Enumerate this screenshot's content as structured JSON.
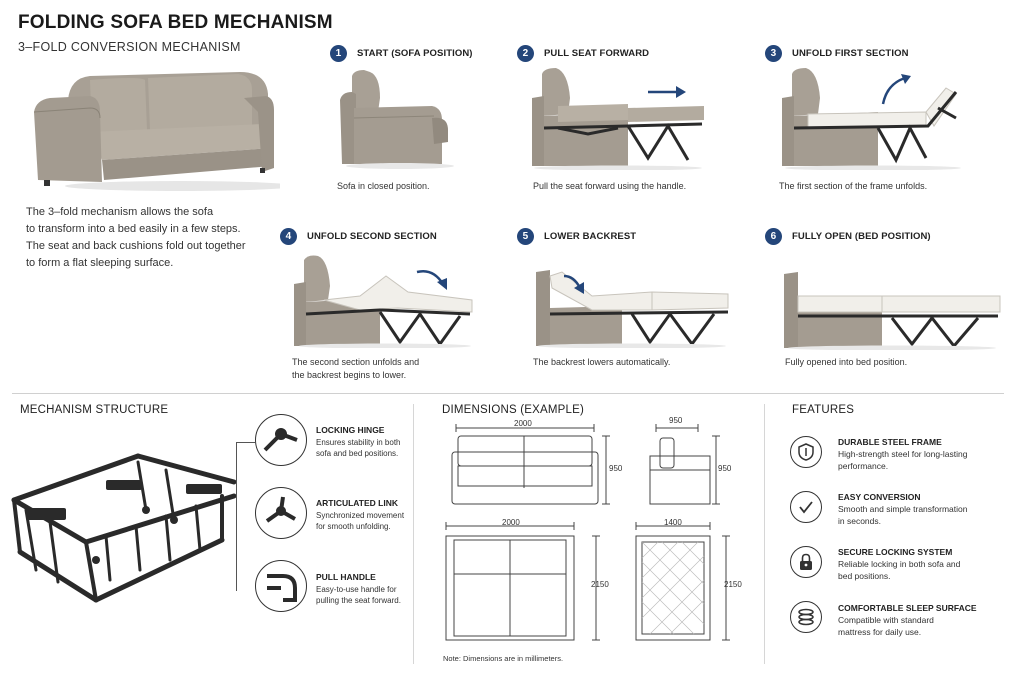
{
  "title": "FOLDING SOFA BED MECHANISM",
  "subtitle": "3–FOLD CONVERSION MECHANISM",
  "intro": {
    "line1": "The 3–fold mechanism allows the sofa",
    "line2": "to transform into a bed easily in a few steps.",
    "line3": "The seat and back cushions fold out together",
    "line4": "to form a flat sleeping surface."
  },
  "steps": [
    {
      "num": "1",
      "title": "START (SOFA POSITION)",
      "caption": "Sofa in closed position.",
      "caption2": ""
    },
    {
      "num": "2",
      "title": "PULL SEAT FORWARD",
      "caption": "Pull the seat forward using the handle.",
      "caption2": ""
    },
    {
      "num": "3",
      "title": "UNFOLD FIRST SECTION",
      "caption": "The first section of the frame unfolds.",
      "caption2": ""
    },
    {
      "num": "4",
      "title": "UNFOLD SECOND SECTION",
      "caption": "The second section unfolds and",
      "caption2": "the backrest begins to lower."
    },
    {
      "num": "5",
      "title": "LOWER BACKREST",
      "caption": "The backrest lowers automatically.",
      "caption2": ""
    },
    {
      "num": "6",
      "title": "FULLY OPEN (BED POSITION)",
      "caption": "Fully opened into bed position.",
      "caption2": ""
    }
  ],
  "mechanism": {
    "title": "MECHANISM STRUCTURE",
    "callouts": [
      {
        "title": "LOCKING HINGE",
        "desc": "Ensures stability in both sofa and bed positions."
      },
      {
        "title": "ARTICULATED LINK",
        "desc": "Synchronized movement for smooth unfolding."
      },
      {
        "title": "PULL HANDLE",
        "desc": "Easy-to-use handle for pulling the seat forward."
      }
    ]
  },
  "dimensions": {
    "title": "DIMENSIONS (EXAMPLE)",
    "sofa_width": "2000",
    "sofa_height": "950",
    "side_depth": "950",
    "side_height": "950",
    "bed_width": "2000",
    "bed_length": "2150",
    "mattress_width": "1400",
    "mattress_length": "2150",
    "note": "Note: Dimensions are in millimeters."
  },
  "features": {
    "title": "FEATURES",
    "items": [
      {
        "icon": "shield-icon",
        "title": "DURABLE STEEL FRAME",
        "desc": "High-strength steel for long-lasting performance."
      },
      {
        "icon": "check-icon",
        "title": "EASY CONVERSION",
        "desc": "Smooth and simple transformation in seconds."
      },
      {
        "icon": "lock-icon",
        "title": "SECURE LOCKING SYSTEM",
        "desc": "Reliable locking in both sofa and bed positions."
      },
      {
        "icon": "layers-icon",
        "title": "COMFORTABLE SLEEP SURFACE",
        "desc": "Compatible with standard mattress for daily use."
      }
    ]
  },
  "colors": {
    "accent": "#24467a",
    "fabric": "#a49c91",
    "frame": "#2a2a2a",
    "mattress": "#f1efea"
  }
}
